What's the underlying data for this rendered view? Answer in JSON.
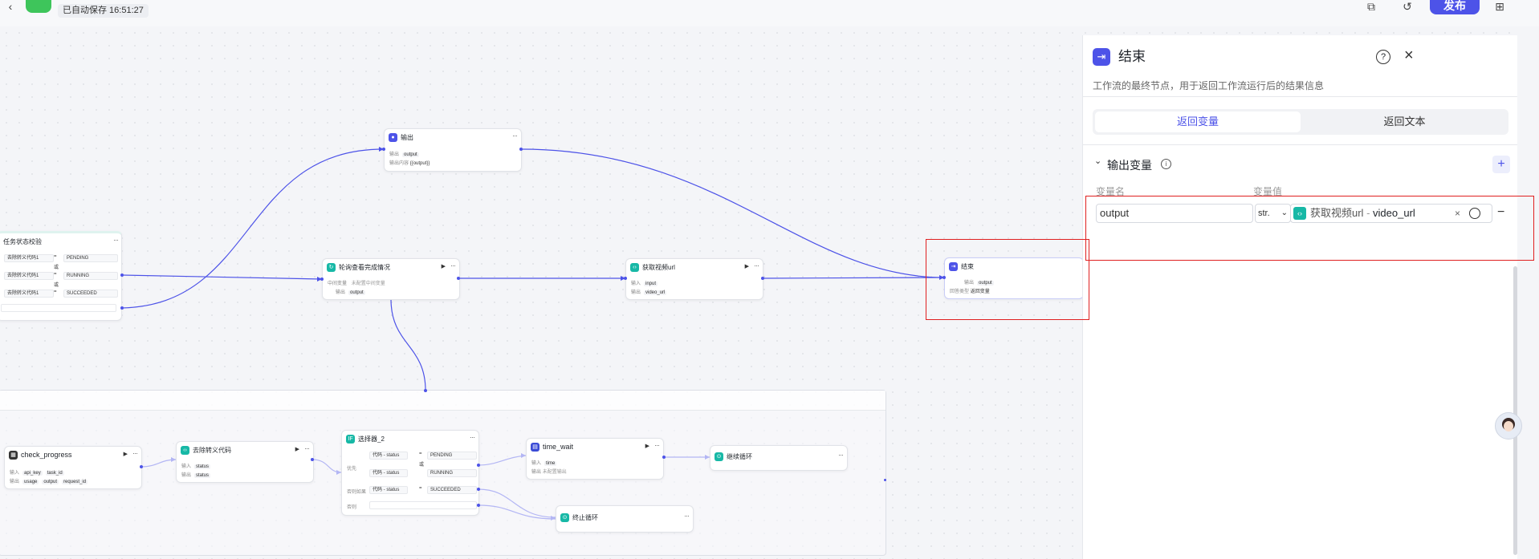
{
  "topbar": {
    "autosave": "已自动保存 16:51:27",
    "publish_label": "发布",
    "icons": [
      "back-icon",
      "copy-icon",
      "history-icon",
      "export-icon"
    ]
  },
  "nodes": {
    "output": {
      "title": "输出",
      "row1_label": "输出",
      "row1_value": "output",
      "row2_label": "输出内容",
      "row2_value": "{{output}}"
    },
    "task_selector": {
      "title": "任务状态校验",
      "rows": [
        {
          "label": "去除转义代码1",
          "op": "=",
          "value": "PENDING"
        },
        {
          "label": "去除转义代码1",
          "op": "=",
          "value": "RUNNING"
        },
        {
          "label": "去除转义代码1",
          "op": "=",
          "value": "SUCCEEDED"
        }
      ],
      "or_label": "或"
    },
    "poll_loop": {
      "title": "轮询查看完成情况",
      "row1_label": "中间变量",
      "row1_value": "未配置中间变量",
      "row2_label": "输出",
      "row2_value": "output"
    },
    "get_video": {
      "title": "获取视频url",
      "row1_label": "输入",
      "row1_value": "input",
      "row2_label": "输出",
      "row2_value": "video_url"
    },
    "end_small": {
      "title": "结束",
      "row1_label": "输出",
      "row1_value": "output",
      "row2_label": "回答类型",
      "row2_value": "返回变量"
    },
    "check_progress": {
      "title": "check_progress",
      "row1_label": "输入",
      "row1_values": [
        "api_key",
        "task_id"
      ],
      "row2_label": "输出",
      "row2_values": [
        "usage",
        "output",
        "request_id"
      ]
    },
    "strip_code": {
      "title": "去除转义代码",
      "row1_label": "输入",
      "row1_value": "status",
      "row2_label": "输出",
      "row2_value": "status"
    },
    "selector2": {
      "title": "选择器_2",
      "prio_label": "优先",
      "else_if_label": "否则如果",
      "else_label": "否则",
      "or_label": "或",
      "rows": [
        {
          "left": "代码 - status",
          "op": "=",
          "value": "PENDING"
        },
        {
          "left": "代码 - status",
          "op": "=",
          "value": "RUNNING"
        },
        {
          "left": "代码 - status",
          "op": "=",
          "value": "SUCCEEDED"
        }
      ]
    },
    "time_wait": {
      "title": "time_wait",
      "row1_label": "输入",
      "row1_value": "time",
      "row2_label": "输出",
      "row2_value": "未配置输出"
    },
    "continue_loop": {
      "title": "继续循环"
    },
    "stop_loop": {
      "title": "终止循环"
    }
  },
  "panel": {
    "title": "结束",
    "description": "工作流的最终节点，用于返回工作流运行后的结果信息",
    "tabs": [
      {
        "label": "返回变量",
        "active": true
      },
      {
        "label": "返回文本",
        "active": false
      }
    ],
    "section_title": "输出变量",
    "col_name": "变量名",
    "col_value": "变量值",
    "var_name": "output",
    "var_type": "str.",
    "var_ref_source": "获取视频url",
    "var_ref_sep": "-",
    "var_ref_field": "video_url"
  },
  "colors": {
    "accent": "#4d53e8",
    "highlight": "#e02020",
    "green": "#3ec55b",
    "teal": "#17b8a6"
  }
}
